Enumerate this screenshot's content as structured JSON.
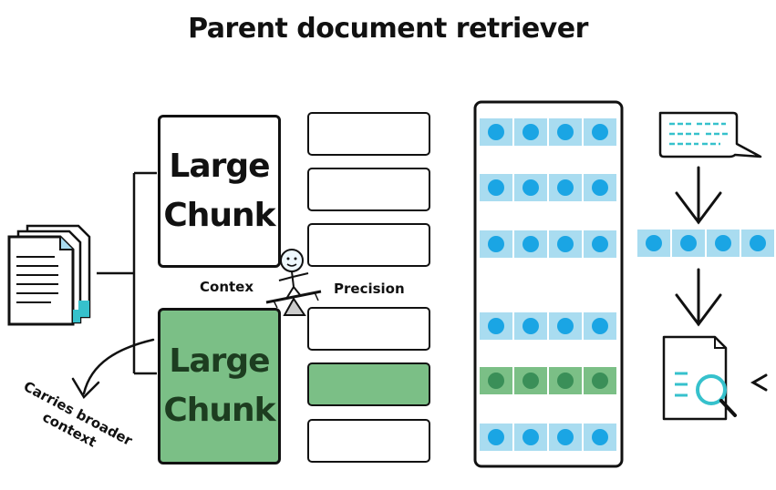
{
  "title": "Parent document retriever",
  "large_chunk_top": {
    "line1": "Large",
    "line2": "Chunk"
  },
  "large_chunk_bottom": {
    "line1": "Large",
    "line2": "Chunk"
  },
  "context_label": "Contex",
  "precision_label": "Precision",
  "annotation": {
    "line1": "Carries broader",
    "line2": "context"
  },
  "colors": {
    "highlight_green": "#7bbf86",
    "vector_cell": "#a9dcf0",
    "vector_dot": "#1aa5e4",
    "accent_teal": "#36c1cc",
    "ink": "#111111"
  },
  "icons": {
    "document_stack": "document-stack-icon",
    "stick_figure": "balancing-figure-icon",
    "speech_bubble": "query-speech-bubble-icon",
    "search_document": "document-search-icon"
  }
}
